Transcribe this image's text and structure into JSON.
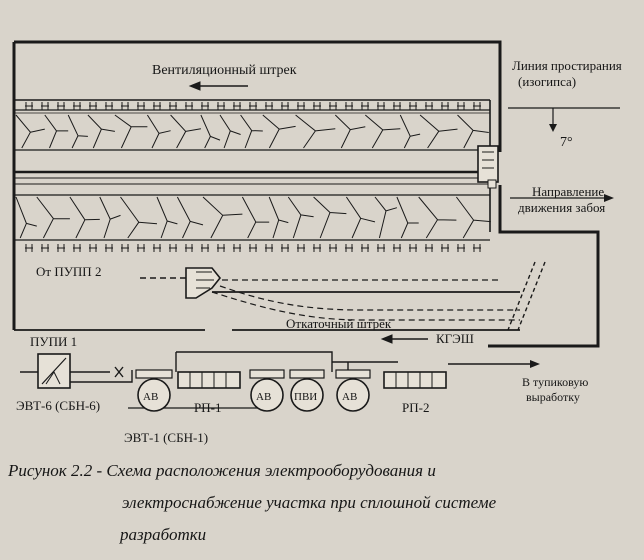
{
  "labels": {
    "vent_shtrek": "Вентиляционный штрек",
    "strike_line_1": "Линия простирания",
    "strike_line_2": "(изогипса)",
    "angle": "7°",
    "direction_1": "Направление",
    "direction_2": "движения забоя",
    "from_pupp2": "От ПУПП 2",
    "otkat_shtrek": "Откаточный штрек",
    "kgesh": "КГЭШ",
    "pupi1": "ПУПИ 1",
    "to_dead_end_1": "В тупиковую",
    "to_dead_end_2": "выработку",
    "evt6": "ЭВТ-6 (СБН-6)",
    "evt1": "ЭВТ-1 (СБН-1)",
    "av1": "АВ",
    "av2": "АВ",
    "av3": "АВ",
    "pvi": "ПВИ",
    "rp1": "РП-1",
    "rp2": "РП-2"
  },
  "caption": {
    "line1": "Рисунок 2.2 - Схема расположения электрооборудования и",
    "line2": "электроснабжение участка при сплошной системе",
    "line3": "разработки"
  },
  "colors": {
    "ink": "#1a1a1a",
    "paper": "#d9d4cb"
  }
}
